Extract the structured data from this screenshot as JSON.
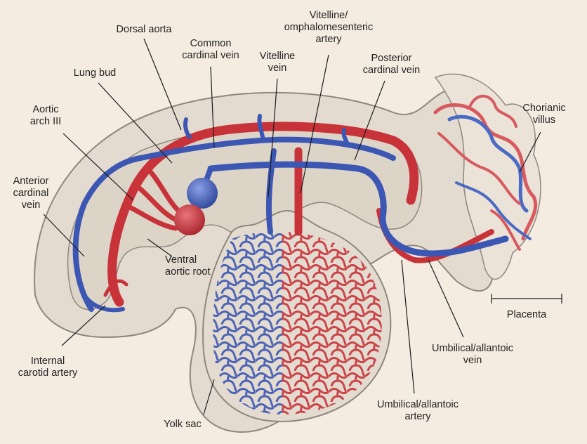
{
  "labels": {
    "dorsal_aorta": "Dorsal aorta",
    "common_cardinal_vein": "Common\ncardinal vein",
    "vitelline_vein": "Vitelline\nvein",
    "vitelline_artery": "Vitelline/\nomphalomesenteric\nartery",
    "posterior_cardinal_vein": "Posterior\ncardinal vein",
    "lung_bud": "Lung bud",
    "aortic_arch_iii": "Aortic\narch III",
    "chorianic_villus": "Chorianic\nvillus",
    "anterior_cardinal_vein": "Anterior\ncardinal\nvein",
    "ventral_aortic_root": "Ventral\naortic root",
    "placenta": "Placenta",
    "internal_carotid_artery": "Internal\ncarotid artery",
    "umbilical_allantoic_vein": "Umbilical/allantoic\nvein",
    "umbilical_allantoic_artery": "Umbilical/allantoic\nartery",
    "yolk_sac": "Yolk sac"
  },
  "colors": {
    "background": "#f4ece1",
    "tissue": "#e3dbd0",
    "tissue_outline": "#8f877d",
    "artery": "#c8333a",
    "vein": "#3c57b3",
    "leader": "#1a1a1a"
  }
}
